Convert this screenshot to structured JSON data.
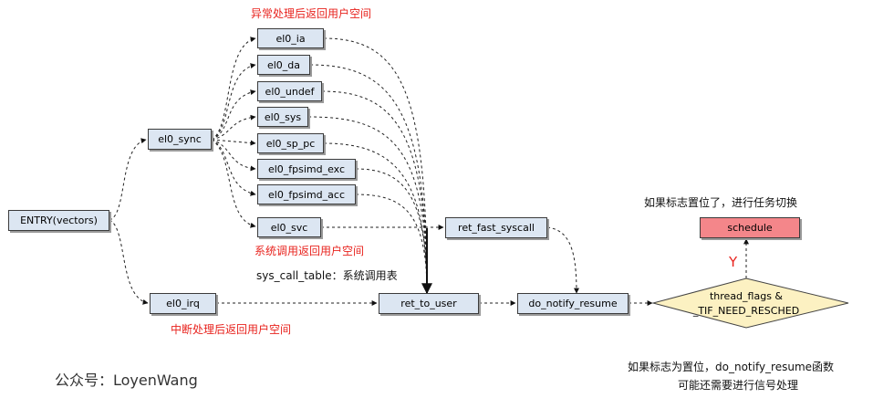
{
  "nodes": {
    "entry": "ENTRY(vectors)",
    "el0_sync": "el0_sync",
    "el0_irq": "el0_irq",
    "el0_ia": "el0_ia",
    "el0_da": "el0_da",
    "el0_undef": "el0_undef",
    "el0_sys": "el0_sys",
    "el0_sp_pc": "el0_sp_pc",
    "el0_fpsimd_exc": "el0_fpsimd_exc",
    "el0_fpsimd_acc": "el0_fpsimd_acc",
    "el0_svc": "el0_svc",
    "ret_fast_syscall": "ret_fast_syscall",
    "ret_to_user": "ret_to_user",
    "do_notify_resume": "do_notify_resume",
    "schedule": "schedule",
    "decision_line1": "thread_flags &",
    "decision_line2": "_TIF_NEED_RESCHED"
  },
  "labels": {
    "exception_return": "异常处理后返回用户空间",
    "syscall_return": "系统调用返回用户空间",
    "syscall_table": "sys_call_table：系统调用表",
    "irq_return": "中断处理后返回用户空间",
    "flag_set_schedule": "如果标志置位了，进行任务切换",
    "yes": "Y",
    "notify_note_line1": "如果标志为置位，do_notify_resume函数",
    "notify_note_line2": "可能还需要进行信号处理"
  },
  "footer": "公众号：LoyenWang",
  "colors": {
    "box_fill": "#dce6f2",
    "schedule_fill": "#f4868a",
    "diamond_fill": "#fcf1c2",
    "annotation_red": "#e8231e"
  }
}
